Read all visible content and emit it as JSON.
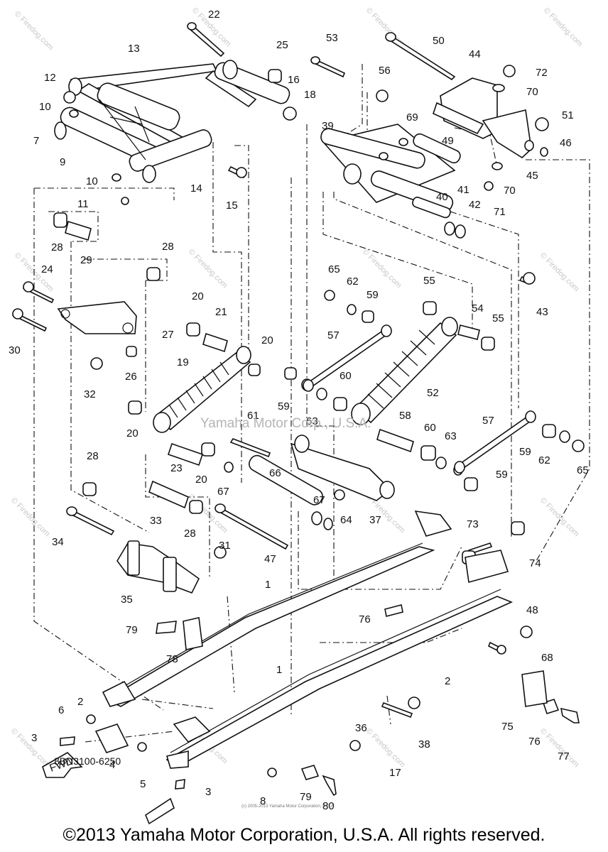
{
  "part_code": "8BN3100-6250",
  "copyright": "©2013 Yamaha Motor Corporation, U.S.A. All rights reserved.",
  "small_copyright": "(c) 2005-2013 Yamaha Motor Corporation, U.S.A.",
  "watermark": "Yamaha Motor Corp., U.S.A.",
  "site_watermark": "© Firedog.com",
  "fwd_label": "FWD",
  "callouts": [
    "1",
    "2",
    "3",
    "4",
    "5",
    "6",
    "7",
    "8",
    "9",
    "10",
    "11",
    "12",
    "13",
    "14",
    "15",
    "16",
    "17",
    "18",
    "19",
    "20",
    "21",
    "22",
    "23",
    "24",
    "25",
    "26",
    "27",
    "28",
    "29",
    "30",
    "31",
    "32",
    "33",
    "34",
    "35",
    "36",
    "37",
    "38",
    "39",
    "40",
    "41",
    "42",
    "43",
    "44",
    "45",
    "46",
    "47",
    "48",
    "49",
    "50",
    "51",
    "52",
    "53",
    "54",
    "55",
    "56",
    "57",
    "58",
    "59",
    "60",
    "61",
    "62",
    "63",
    "64",
    "65",
    "66",
    "67",
    "68",
    "69",
    "70",
    "71",
    "72",
    "73",
    "74",
    "75",
    "76",
    "77",
    "78",
    "79",
    "80"
  ]
}
